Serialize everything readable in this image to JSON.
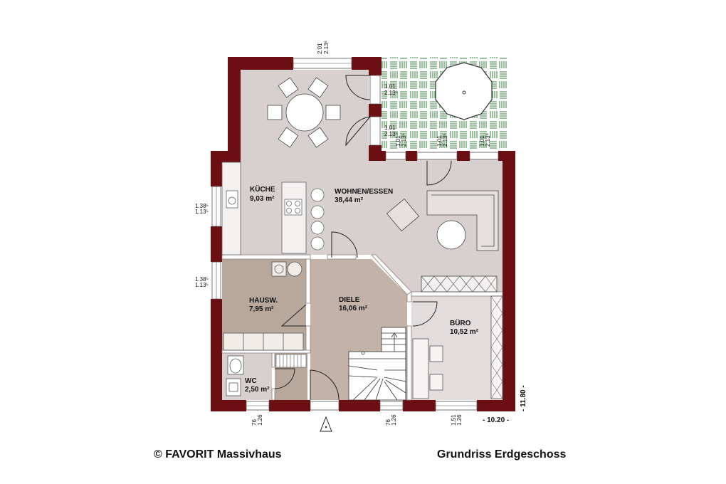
{
  "rooms": [
    {
      "name": "KÜCHE",
      "area": "9,03 m²"
    },
    {
      "name": "WOHNEN/ESSEN",
      "area": "38,44 m²"
    },
    {
      "name": "HAUSW.",
      "area": "7,95 m²"
    },
    {
      "name": "DIELE",
      "area": "16,06 m²"
    },
    {
      "name": "BÜRO",
      "area": "10,52 m²"
    },
    {
      "name": "WC",
      "area": "2,50 m²"
    }
  ],
  "dimensions": {
    "top_window": [
      "2.01",
      "2.13⁵"
    ],
    "terrace_door_1": [
      "1.01",
      "2.13⁵"
    ],
    "terrace_door_2": [
      "1.01",
      "2.13⁵"
    ],
    "terrace_window_a": [
      "1.01",
      "2.13⁵"
    ],
    "terrace_window_b": [
      "1.01",
      "2.13⁵"
    ],
    "terrace_window_c": [
      "1.01",
      "2.13⁵"
    ],
    "left_window_1": [
      "1.38⁵",
      "1.13⁵"
    ],
    "left_window_2": [
      "1.38⁵",
      "1.13⁵"
    ],
    "bottom_window_1": [
      "76",
      "1.26"
    ],
    "bottom_window_2": [
      "76",
      "1.26"
    ],
    "bottom_window_3": [
      "1.51",
      "1.26"
    ],
    "total_width": "- 10.20 -",
    "total_depth": "- 11.80 -"
  },
  "footer": {
    "copyright": "© FAVORIT Massivhaus",
    "plan_title": "Grundriss Erdgeschoss"
  },
  "colors": {
    "wall": "#6b0f12",
    "living_floor": "#d8cfcf",
    "hall_floor": "#c2b2a8",
    "utility_floor": "#b8a89c",
    "office_floor": "#e3dcdc",
    "terrace_tiles": "#3f8a45"
  }
}
